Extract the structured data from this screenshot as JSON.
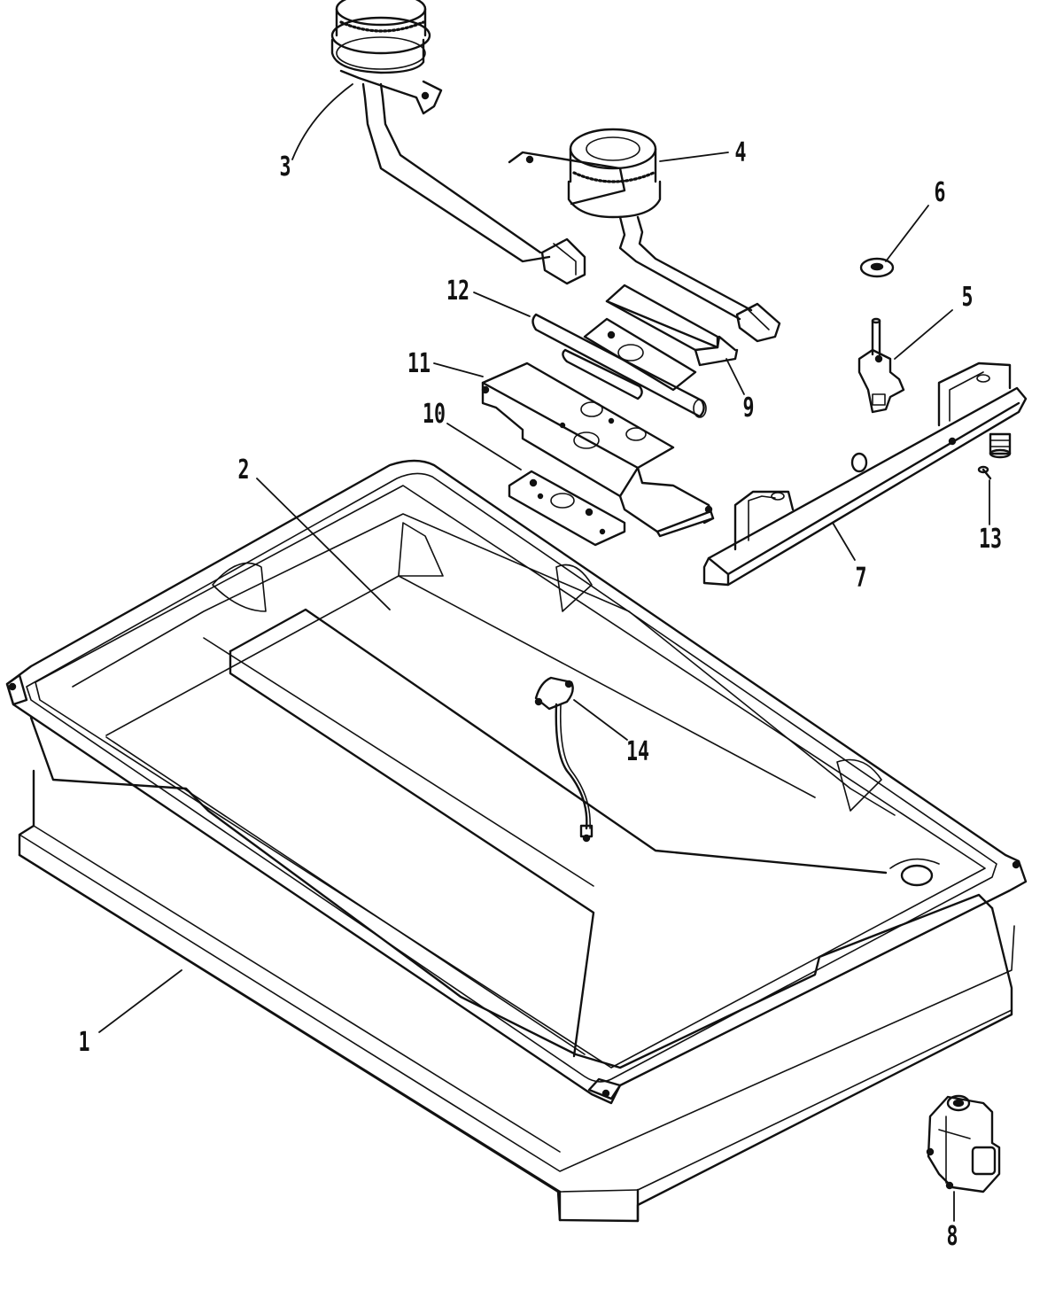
{
  "colors": {
    "line": "#111111",
    "background": "#ffffff"
  },
  "callouts": [
    {
      "id": "1",
      "label": "1"
    },
    {
      "id": "2",
      "label": "2"
    },
    {
      "id": "3",
      "label": "3"
    },
    {
      "id": "4",
      "label": "4"
    },
    {
      "id": "5",
      "label": "5"
    },
    {
      "id": "6",
      "label": "6"
    },
    {
      "id": "7",
      "label": "7"
    },
    {
      "id": "8",
      "label": "8"
    },
    {
      "id": "9",
      "label": "9"
    },
    {
      "id": "10",
      "label": "10"
    },
    {
      "id": "11",
      "label": "11"
    },
    {
      "id": "12",
      "label": "12"
    },
    {
      "id": "13",
      "label": "13"
    },
    {
      "id": "14",
      "label": "14"
    }
  ]
}
